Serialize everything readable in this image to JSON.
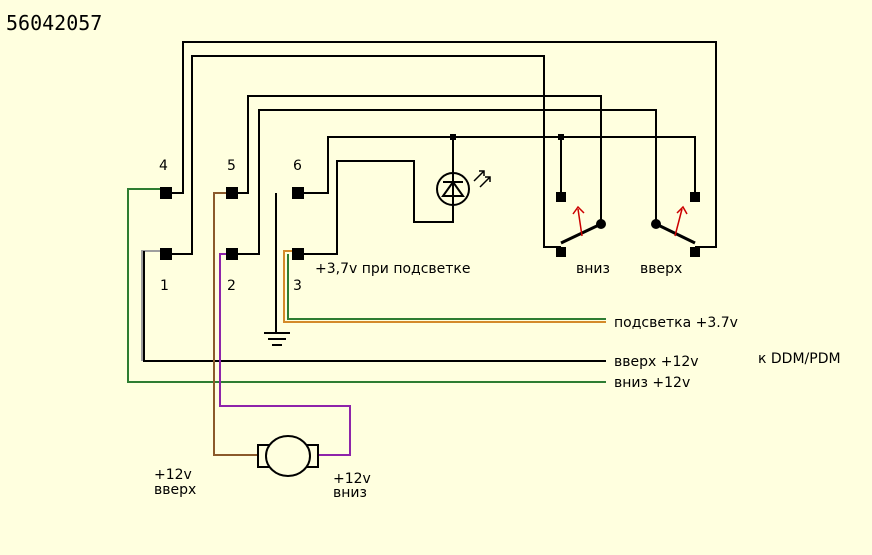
{
  "title": "56042057",
  "connector": {
    "pin_top_left": "4",
    "pin_top_mid": "5",
    "pin_top_right": "6",
    "pin_bot_left": "1",
    "pin_bot_mid": "2",
    "pin_bot_right": "3"
  },
  "labels": {
    "pin3_note": "+3,7v при подсветке",
    "switch_down": "вниз",
    "switch_up": "вверх",
    "out_backlight": "подсветка +3.7v",
    "out_up": "вверх  +12v",
    "out_down": "вниз  +12v",
    "to_module": "к DDM/PDM",
    "motor_left_1": "+12v",
    "motor_left_2": "вверх",
    "motor_right_1": "+12v",
    "motor_right_2": "вниз"
  },
  "colors": {
    "background": "#FFFFDF",
    "wire": "#000000",
    "green": "#2E7D32",
    "gray": "#9E9E9E",
    "brown": "#8B5A2B",
    "purple": "#8E24AA",
    "orange": "#D48A2A",
    "arrow": "#CC0000"
  }
}
